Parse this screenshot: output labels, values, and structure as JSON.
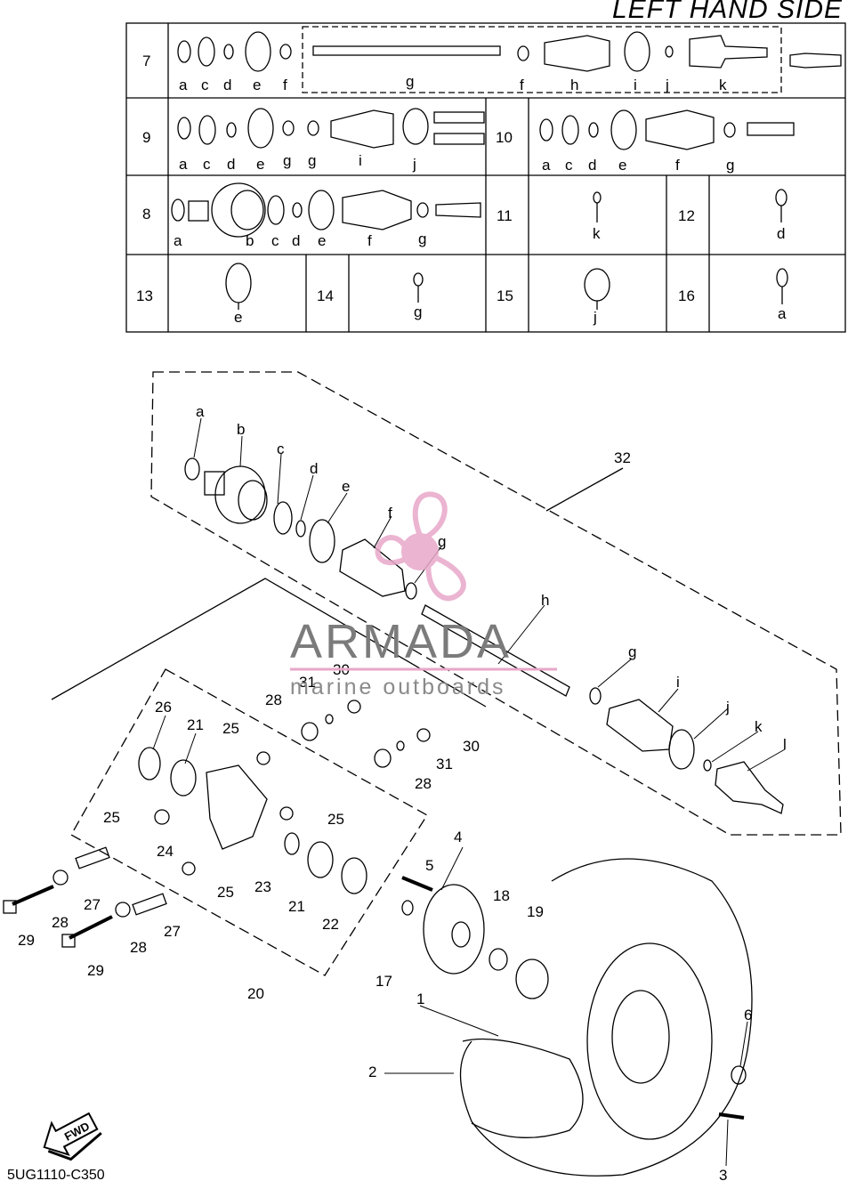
{
  "header": {
    "title": "LEFT HAND SIDE"
  },
  "footer": {
    "code": "5UG1110-C350"
  },
  "watermark": {
    "brand": "ARMADA",
    "tagline": "marine outboards",
    "logo_color": "#e8a7c9"
  },
  "kit_table": {
    "rows": [
      {
        "id": "7",
        "letters": [
          "a",
          "c",
          "d",
          "e",
          "f",
          "g",
          "f",
          "h",
          "i",
          "j",
          "k"
        ]
      },
      {
        "id": "9",
        "letters": [
          "a",
          "c",
          "d",
          "e",
          "g",
          "g",
          "i",
          "j"
        ]
      },
      {
        "id": "10",
        "letters": [
          "a",
          "c",
          "d",
          "e",
          "f",
          "g"
        ]
      },
      {
        "id": "8",
        "letters": [
          "a",
          "b",
          "c",
          "d",
          "e",
          "f",
          "g"
        ]
      },
      {
        "id": "11",
        "letters": [
          "k"
        ]
      },
      {
        "id": "12",
        "letters": [
          "d"
        ]
      },
      {
        "id": "13",
        "letters": [
          "e"
        ]
      },
      {
        "id": "14",
        "letters": [
          "g"
        ]
      },
      {
        "id": "15",
        "letters": [
          "j"
        ]
      },
      {
        "id": "16",
        "letters": [
          "a"
        ]
      }
    ]
  },
  "callouts": {
    "letters": [
      "a",
      "b",
      "c",
      "d",
      "e",
      "f",
      "g",
      "h",
      "g",
      "i",
      "j",
      "k",
      "l"
    ],
    "numbers": [
      "32",
      "26",
      "21",
      "25",
      "28",
      "31",
      "30",
      "30",
      "31",
      "28",
      "25",
      "25",
      "24",
      "25",
      "23",
      "21",
      "22",
      "27",
      "28",
      "27",
      "28",
      "29",
      "29",
      "20",
      "4",
      "5",
      "18",
      "19",
      "17",
      "1",
      "2",
      "6",
      "3"
    ]
  },
  "fwd_label": "FWD"
}
